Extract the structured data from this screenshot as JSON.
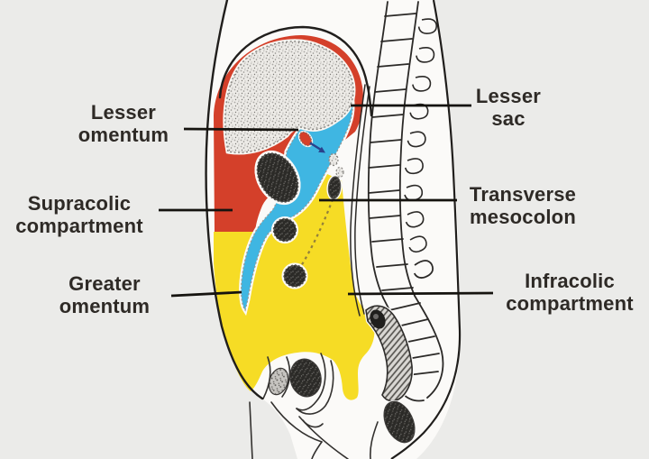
{
  "labels": {
    "lesser_omentum": {
      "line1": "Lesser",
      "line2": "omentum"
    },
    "supracolic": {
      "line1": "Supracolic",
      "line2": "compartment"
    },
    "greater_omentum": {
      "line1": "Greater",
      "line2": "omentum"
    },
    "lesser_sac": {
      "line1": "Lesser",
      "line2": "sac"
    },
    "transverse_mesocolon": {
      "line1": "Transverse",
      "line2": "mesocolon"
    },
    "infracolic": {
      "line1": "Infracolic",
      "line2": "compartment"
    }
  },
  "colors": {
    "supracolic_red": "#d4402a",
    "infracolic_yellow": "#f6dc25",
    "lesser_sac_blue": "#3fb6e2",
    "foramen_arrow_navy": "#2a418c",
    "leader_line": "#15130f",
    "label_text": "#2e2a26"
  }
}
